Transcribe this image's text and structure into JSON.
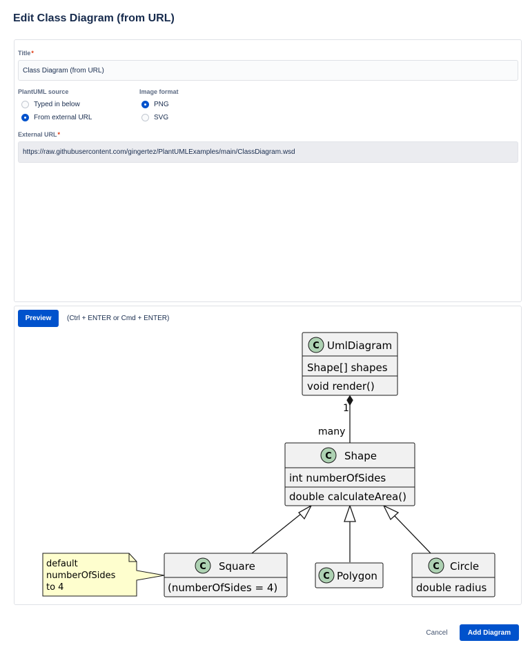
{
  "dialog": {
    "title": "Edit Class Diagram (from URL)"
  },
  "form": {
    "title_label": "Title",
    "required_mark": "*",
    "title_value": "Class Diagram (from URL)",
    "source_label": "PlantUML source",
    "source_options": [
      {
        "label": "Typed in below",
        "checked": false
      },
      {
        "label": "From external URL",
        "checked": true
      }
    ],
    "format_label": "Image format",
    "format_options": [
      {
        "label": "PNG",
        "checked": true
      },
      {
        "label": "SVG",
        "checked": false
      }
    ],
    "url_label": "External URL",
    "url_value": "https://raw.githubusercontent.com/gingertez/PlantUMLExamples/main/ClassDiagram.wsd"
  },
  "preview": {
    "button_label": "Preview",
    "hint": "(Ctrl + ENTER or Cmd + ENTER)"
  },
  "diagram": {
    "circle_letter": "C",
    "classes": {
      "uml": {
        "name": "UmlDiagram",
        "field": "Shape[] shapes",
        "method": "void render()"
      },
      "shape": {
        "name": "Shape",
        "field": "int numberOfSides",
        "method": "double calculateArea()"
      },
      "square": {
        "name": "Square",
        "field": "(numberOfSides = 4)"
      },
      "polygon": {
        "name": "Polygon"
      },
      "circle": {
        "name": "Circle",
        "field": "double radius"
      }
    },
    "multiplicity_one": "1",
    "multiplicity_many": "many",
    "note_lines": [
      "default",
      "numberOfSides",
      "to 4"
    ],
    "colors": {
      "class_fill": "#f1f1f1",
      "class_stroke": "#181818",
      "circle_fill": "#add1b2",
      "note_fill": "#fefece"
    }
  },
  "footer": {
    "cancel_label": "Cancel",
    "add_label": "Add Diagram"
  }
}
